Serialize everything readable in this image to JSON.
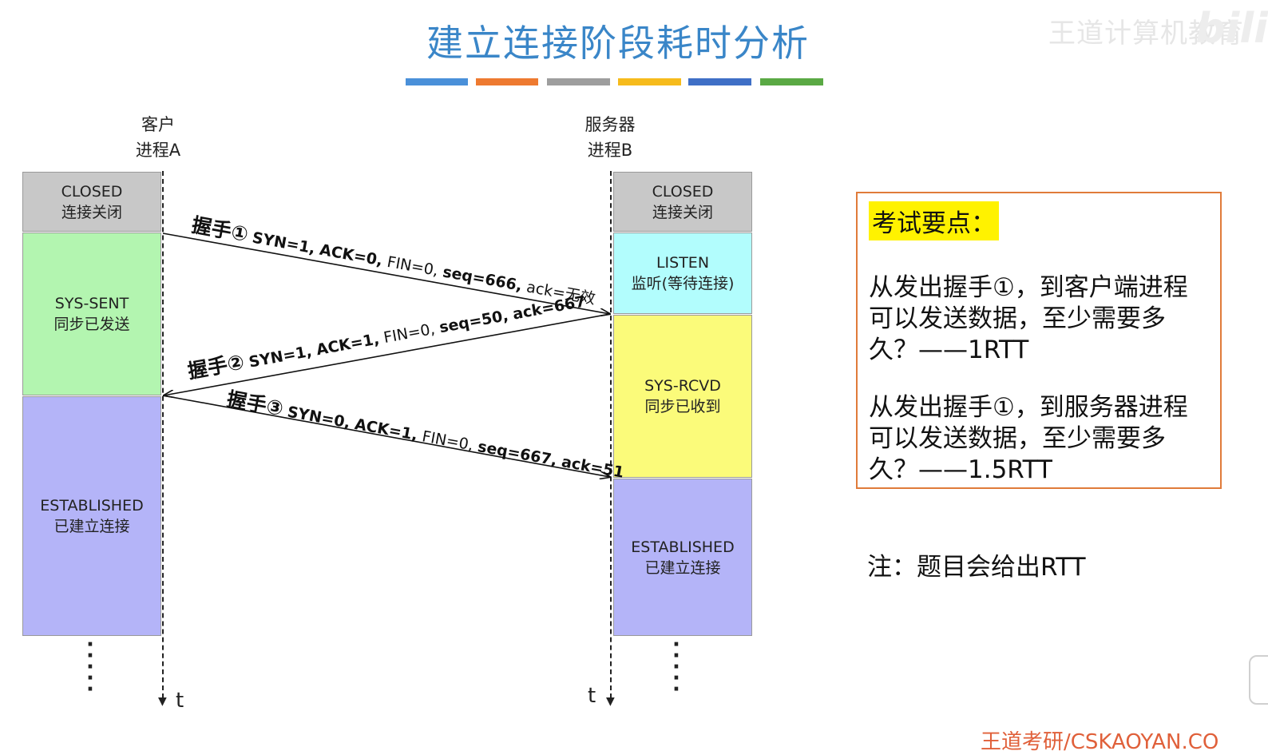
{
  "title": "建立连接阶段耗时分析",
  "watermark": "王道计算机教育",
  "watermark_logo": "bili",
  "color_bar": [
    "#4a90d9",
    "#ee7a30",
    "#9e9e9e",
    "#f6bb1c",
    "#3f6fc6",
    "#5aa944"
  ],
  "client": {
    "line1": "客户",
    "line2": "进程A"
  },
  "server": {
    "line1": "服务器",
    "line2": "进程B"
  },
  "time_label": "t",
  "client_states": [
    {
      "name": "CLOSED",
      "desc": "连接关闭",
      "color": "#c8c8c8"
    },
    {
      "name": "SYS-SENT",
      "desc": "同步已发送",
      "color": "#b3f5b0"
    },
    {
      "name": "ESTABLISHED",
      "desc": "已建立连接",
      "color": "#b4b4f8"
    }
  ],
  "server_states": [
    {
      "name": "CLOSED",
      "desc": "连接关闭",
      "color": "#c8c8c8"
    },
    {
      "name": "LISTEN",
      "desc": "监听(等待连接)",
      "color": "#b2fdfd"
    },
    {
      "name": "SYS-RCVD",
      "desc": "同步已收到",
      "color": "#fbfb7a"
    },
    {
      "name": "ESTABLISHED",
      "desc": "已建立连接",
      "color": "#b4b4f8"
    }
  ],
  "messages": [
    {
      "handshake": "握手①",
      "syn": "SYN=1,",
      "ack": "ACK=0,",
      "fin": "FIN=0,",
      "seq": "seq=666,",
      "ackno": "ack=无效"
    },
    {
      "handshake": "握手②",
      "syn": "SYN=1,",
      "ack": "ACK=1,",
      "fin": "FIN=0,",
      "seq": "seq=50,",
      "ackno": "ack=667"
    },
    {
      "handshake": "握手③",
      "syn": "SYN=0,",
      "ack": "ACK=1,",
      "fin": "FIN=0,",
      "seq": "seq=667,",
      "ackno": "ack=51"
    }
  ],
  "exam": {
    "title": "考试要点：",
    "q1": "从发出握手①，到客户端进程可以发送数据，至少需要多久？——1RTT",
    "q2": "从发出握手①，到服务器进程可以发送数据，至少需要多久？——1.5RTT",
    "border_color": "#e07b3a",
    "highlight_color": "#fff200"
  },
  "note": "注：题目会给出RTT",
  "bottom_text": "王道考研/CSKAOYAN.CO"
}
